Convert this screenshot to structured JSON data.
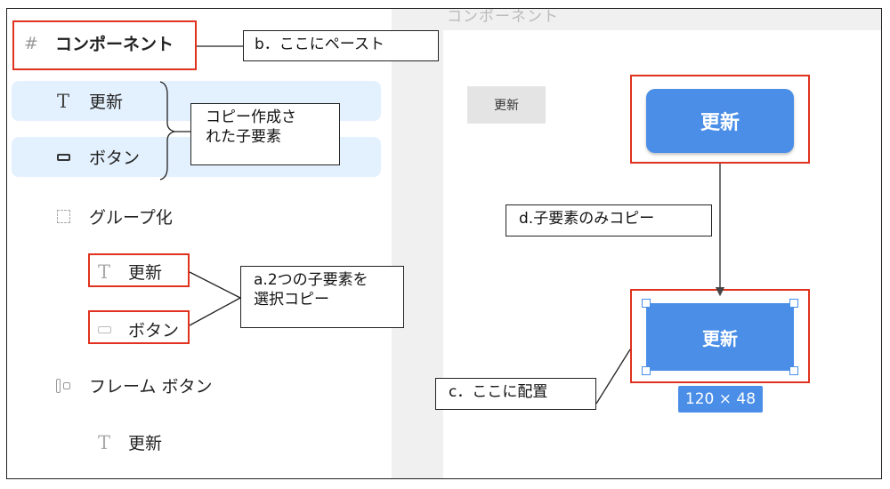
{
  "layers": {
    "component": "コンポーネント",
    "copied_text": "更新",
    "copied_button": "ボタン",
    "group": "グループ化",
    "child_text": "更新",
    "child_button": "ボタン",
    "frame_button": "フレーム ボタン",
    "frame_text": "更新"
  },
  "notes": {
    "b": "b．ここにペースト",
    "copied_children": [
      "コピー作成さ",
      "れた子要素"
    ],
    "a": [
      "a.2つの子要素を",
      "選択コピー"
    ],
    "d": "d.子要素のみコピー",
    "c": "c．ここに配置"
  },
  "canvas": {
    "ghost_title": "コンポーネント",
    "small_label": "更新",
    "top_button": "更新",
    "bottom_button": "更新",
    "size_badge": "120 × 48"
  },
  "colors": {
    "highlight_red": "#e0321f",
    "button_blue": "#4a8ee8",
    "selection_bg": "#e3f0fd"
  }
}
